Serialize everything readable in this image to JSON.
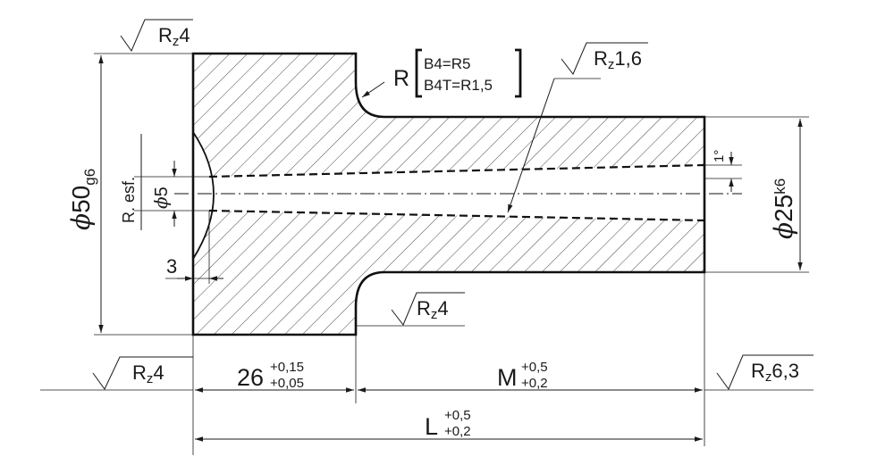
{
  "surface_finish": {
    "top_left": {
      "R": "R",
      "sub": "z",
      "val": "4"
    },
    "bottom_left": {
      "R": "R",
      "sub": "z",
      "val": "4"
    },
    "fillet": {
      "R": "R",
      "sub": "z",
      "val": "4"
    },
    "bore": {
      "R": "R",
      "sub": "z",
      "val": "1,6"
    },
    "right": {
      "R": "R",
      "sub": "z",
      "val": "6,3"
    }
  },
  "radius_callout": {
    "letter": "R",
    "line1": "B4=R5",
    "line2": "B4T=R1,5"
  },
  "diameters": {
    "large": {
      "symbol": "ϕ",
      "value": "50",
      "tol": "g6"
    },
    "small": {
      "symbol": "ϕ",
      "value": "25",
      "tol": "k6"
    },
    "hole": {
      "symbol": "ϕ",
      "value": "5"
    }
  },
  "labels": {
    "spherical": "R. esf.",
    "depth": "3",
    "taper": "1°"
  },
  "lengths": {
    "head": {
      "value": "26",
      "upper": "+0,15",
      "lower": "+0,05"
    },
    "shank": {
      "value": "M",
      "upper": "+0,5",
      "lower": "+0,2"
    },
    "total": {
      "value": "L",
      "upper": "+0,5",
      "lower": "+0,2"
    }
  }
}
